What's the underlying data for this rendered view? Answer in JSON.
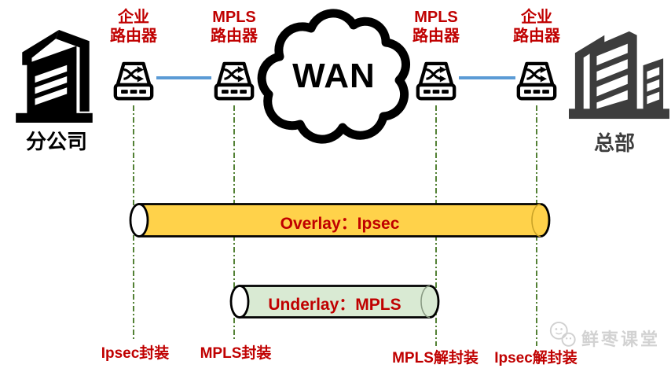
{
  "sites": {
    "branch": "分公司",
    "hq": "总部"
  },
  "wan_label": "WAN",
  "router_labels": [
    {
      "line1": "企业",
      "line2": "路由器"
    },
    {
      "line1": "MPLS",
      "line2": "路由器"
    },
    {
      "line1": "MPLS",
      "line2": "路由器"
    },
    {
      "line1": "企业",
      "line2": "路由器"
    }
  ],
  "tubes": {
    "overlay": "Overlay：Ipsec",
    "underlay": "Underlay：MPLS"
  },
  "steps": {
    "ipsec_encap": "Ipsec封装",
    "mpls_encap": "MPLS封装",
    "mpls_decap": "MPLS解封装",
    "ipsec_decap": "Ipsec解封装"
  },
  "watermark": "鲜枣课堂",
  "colors": {
    "label_red": "#C00000",
    "link_blue": "#5B9BD5",
    "guide_green": "#538135",
    "overlay_yellow": "#FFD24A",
    "underlay_green": "#D9EAD3",
    "building_left_black": "#000000",
    "building_right_gray": "#3D3D3D",
    "watermark_gray": "#D2D2D2"
  }
}
